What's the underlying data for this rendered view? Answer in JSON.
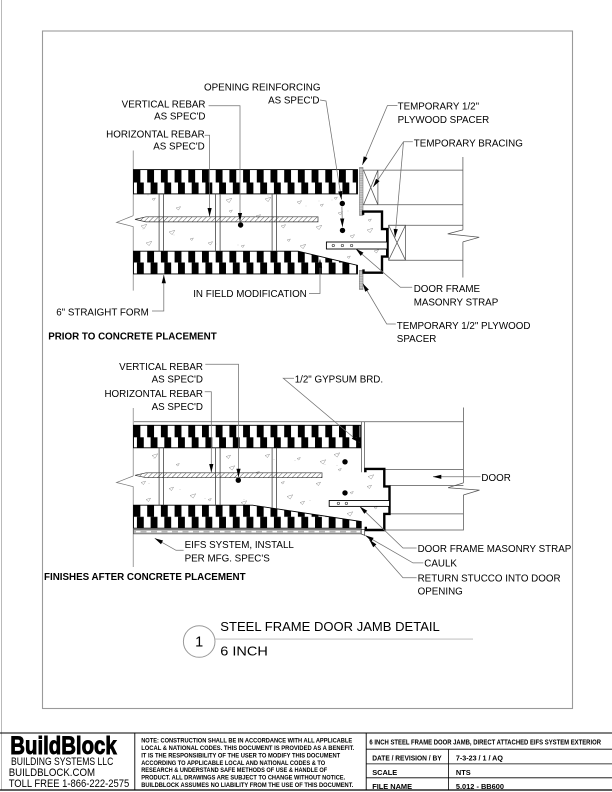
{
  "details": {
    "d1": {
      "labels": {
        "opening_reinforcing": [
          "OPENING REINFORCING",
          "AS SPEC'D"
        ],
        "vertical_rebar": [
          "VERTICAL REBAR",
          "AS SPEC'D"
        ],
        "horizontal_rebar": [
          "HORIZONTAL REBAR",
          "AS SPEC'D"
        ],
        "temp_plywood_top": [
          "TEMPORARY 1/2\"",
          "PLYWOOD SPACER"
        ],
        "temp_bracing": "TEMPORARY BRACING",
        "in_field_modification": "IN FIELD MODIFICATION",
        "straight_form": "6\" STRAIGHT FORM",
        "door_frame_strap": [
          "DOOR FRAME",
          "MASONRY STRAP"
        ],
        "temp_plywood_bottom": [
          "TEMPORARY 1/2\" PLYWOOD",
          "SPACER"
        ],
        "caption": "PRIOR TO CONCRETE PLACEMENT"
      }
    },
    "d2": {
      "labels": {
        "vertical_rebar": [
          "VERTICAL REBAR",
          "AS SPEC'D"
        ],
        "horizontal_rebar": [
          "HORIZONTAL REBAR",
          "AS SPEC'D"
        ],
        "gypsum": "1/2\" GYPSUM BRD.",
        "door": "DOOR",
        "eifs": [
          "EIFS SYSTEM, INSTALL",
          "PER MFG. SPEC'S"
        ],
        "door_frame_strap": "DOOR FRAME MASONRY STRAP",
        "caulk": "CAULK",
        "return_stucco": [
          "RETURN STUCCO INTO DOOR",
          "OPENING"
        ],
        "caption": "FINISHES AFTER CONCRETE PLACEMENT"
      }
    }
  },
  "title": {
    "number": "1",
    "name": "STEEL FRAME DOOR JAMB DETAIL",
    "size": "6 INCH"
  },
  "title_block": {
    "company": {
      "logo": "BuildBlock",
      "line1": "BUILDING SYSTEMS LLC",
      "line2": "BUILDBLOCK.COM",
      "line3": "TOLL FREE 1-866-222-2575"
    },
    "note_lines": [
      "NOTE: CONSTRUCTION SHALL BE IN ACCORDANCE WITH ALL APPLICABLE",
      "LOCAL & NATIONAL CODES. THIS DOCUMENT IS PROVIDED AS A BENEFIT.",
      "IT IS THE RESPONSIBILITY OF THE USER TO MODIFY THIS DOCUMENT",
      "ACCORDING TO APPLICABLE LOCAL AND NATIONAL CODES & TO",
      "RESEARCH & UNDERSTAND SAFE METHODS OF USE & HANDLE OF",
      "PRODUCT. ALL DRAWINGS ARE SUBJECT TO CHANGE WITHOUT NOTICE.",
      "BUILDBLOCK ASSUMES NO LIABILITY FROM THE USE OF THIS DOCUMENT."
    ],
    "info": {
      "header": "6 INCH STEEL FRAME DOOR JAMB, DIRECT ATTACHED EIFS SYSTEM EXTERIOR",
      "rows": [
        {
          "label": "DATE / REVISION / BY",
          "value": "7-3-23 / 1 / AQ"
        },
        {
          "label": "SCALE",
          "value": "NTS"
        },
        {
          "label": "FILE NAME",
          "value": "5.012 - BB600"
        }
      ]
    }
  }
}
